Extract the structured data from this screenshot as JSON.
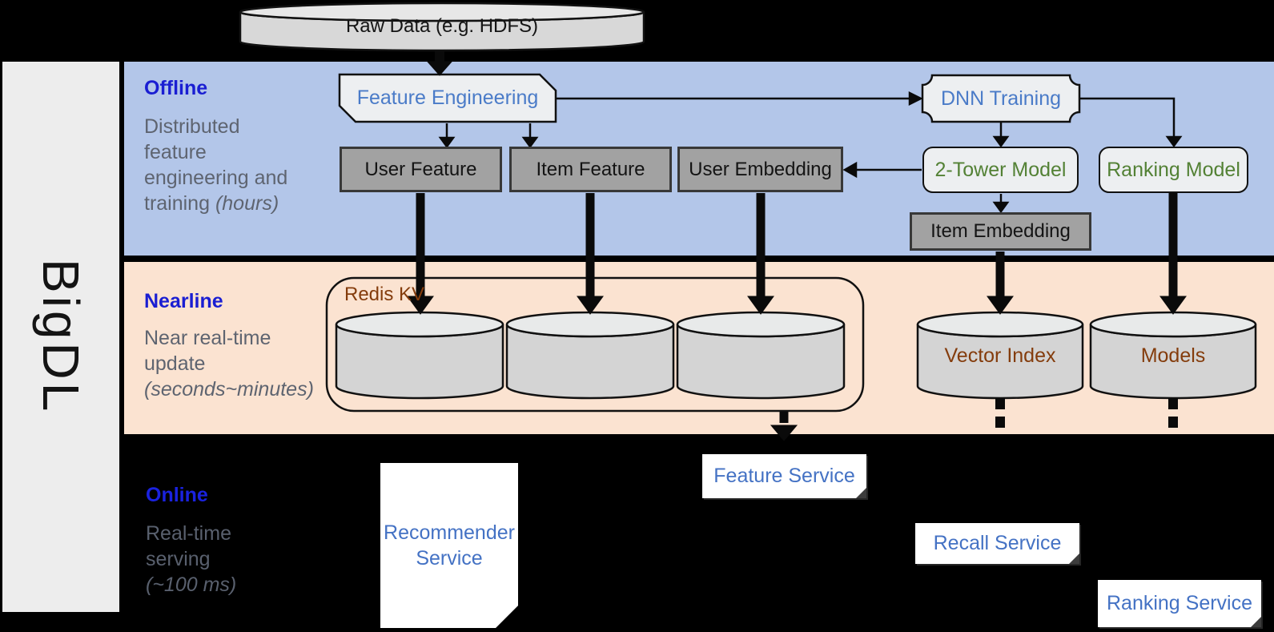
{
  "brand": "BigDL",
  "raw_data": "Raw Data (e.g. HDFS)",
  "sections": {
    "offline": {
      "label": "Offline",
      "desc": "Distributed feature engineering and training ",
      "desc_italic": "(hours)"
    },
    "nearline": {
      "label": "Nearline",
      "desc": "Near real-time update ",
      "desc_italic": "(seconds~minutes)"
    },
    "online": {
      "label": "Online",
      "desc": "Real-time serving ",
      "desc_italic": "(~100 ms)"
    }
  },
  "nodes": {
    "feature_engineering": "Feature Engineering",
    "dnn_training": "DNN Training",
    "user_feature": "User Feature",
    "item_feature": "Item Feature",
    "user_embedding": "User Embedding",
    "item_embedding": "Item Embedding",
    "two_tower_model": "2-Tower Model",
    "ranking_model": "Ranking Model",
    "redis_kv": "Redis KV",
    "vector_index": "Vector Index",
    "models": "Models"
  },
  "services": {
    "recommender": "Recommender Service",
    "feature": "Feature Service",
    "recall": "Recall Service",
    "ranking": "Ranking Service"
  },
  "colors": {
    "band_offline": "#b3c6e9",
    "band_nearline": "#fbe3d1",
    "background": "#000000",
    "section_label_blue": "#1a1ed2",
    "node_text_blue": "#4a7bc8",
    "service_text_blue": "#4472c4",
    "model_text_green": "#538135",
    "storage_text_brown": "#843c0c",
    "desc_gray": "#5e6470",
    "dark_box_fill": "#a2a2a2",
    "light_shape_fill": "#edeff1",
    "cylinder_fill": "#d4d4d4"
  }
}
